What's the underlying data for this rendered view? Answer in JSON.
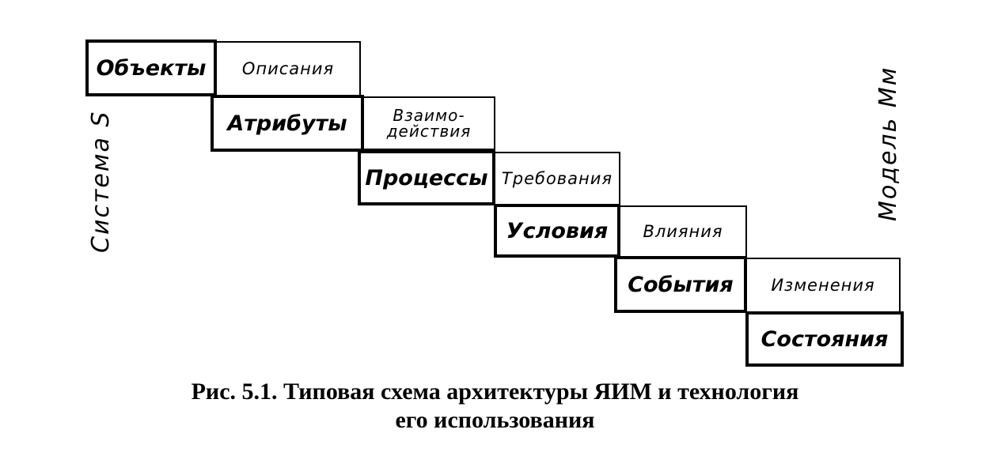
{
  "diagram": {
    "boxes": [
      {
        "id": "objects",
        "label": "Объекты",
        "kind": "primary"
      },
      {
        "id": "descriptions",
        "label": "Описания",
        "kind": "secondary"
      },
      {
        "id": "attributes",
        "label": "Атрибуты",
        "kind": "primary"
      },
      {
        "id": "interactions",
        "label_line1": "Взаимо-",
        "label_line2": "действия",
        "kind": "secondary"
      },
      {
        "id": "processes",
        "label": "Процессы",
        "kind": "primary"
      },
      {
        "id": "requirements",
        "label": "Требования",
        "kind": "secondary"
      },
      {
        "id": "conditions",
        "label": "Условия",
        "kind": "primary"
      },
      {
        "id": "influences",
        "label": "Влияния",
        "kind": "secondary"
      },
      {
        "id": "events",
        "label": "События",
        "kind": "primary"
      },
      {
        "id": "changes",
        "label": "Изменения",
        "kind": "secondary"
      },
      {
        "id": "states",
        "label": "Состояния",
        "kind": "primary"
      }
    ],
    "left_label": "Система S",
    "right_label": "Модель Mм"
  },
  "caption": {
    "line1": "Рис. 5.1. Типовая схема архитектуры ЯИМ и технология",
    "line2": "его использования"
  }
}
